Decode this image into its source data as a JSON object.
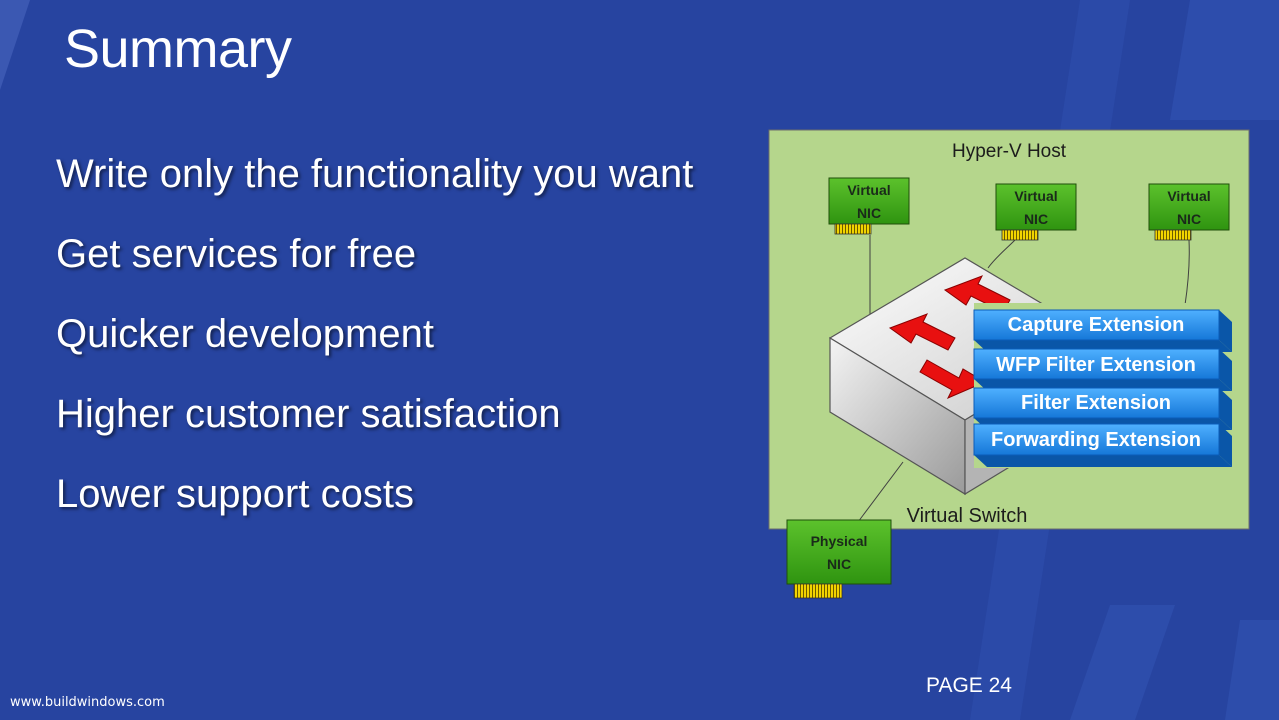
{
  "slide": {
    "title": "Summary",
    "bullets": [
      "Write only the functionality you want",
      "Get services for free",
      "Quicker development",
      "Higher customer satisfaction",
      "Lower support costs"
    ],
    "footer_url": "www.buildwindows.com",
    "page_label": "PAGE 24"
  },
  "diagram": {
    "host_label": "Hyper-V Host",
    "switch_label": "Virtual Switch",
    "virtual_nics": [
      {
        "line1": "Virtual",
        "line2": "NIC"
      },
      {
        "line1": "Virtual",
        "line2": "NIC"
      },
      {
        "line1": "Virtual",
        "line2": "NIC"
      }
    ],
    "physical_nic": {
      "line1": "Physical",
      "line2": "NIC"
    },
    "extensions": [
      "Capture Extension",
      "WFP Filter Extension",
      "Filter Extension",
      "Forwarding Extension"
    ]
  },
  "colors": {
    "background": "#2744a0",
    "host_fill": "#b5d68c",
    "nic_green": "#3daa1a",
    "extension_blue": "#1e8ff0",
    "arrow_red": "#e81010"
  }
}
